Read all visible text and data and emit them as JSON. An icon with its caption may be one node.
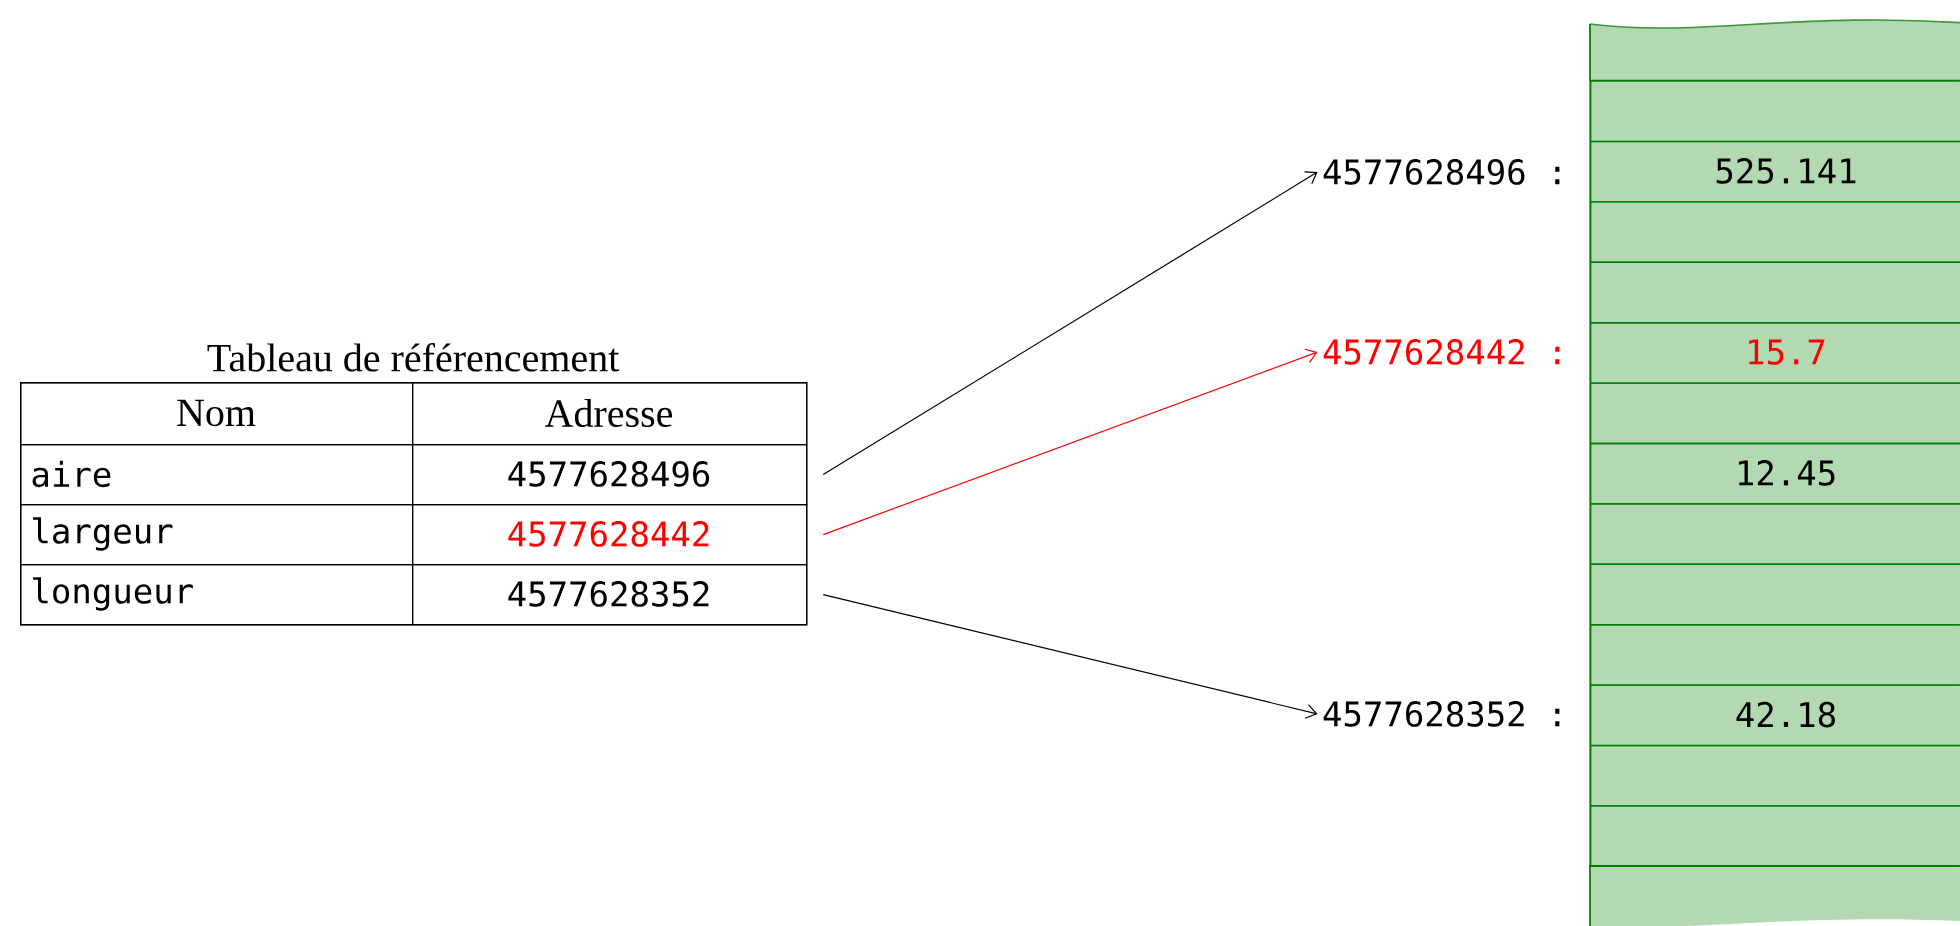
{
  "diagram": {
    "nodes": [
      {
        "text": [
          "Tableau de référencement"
        ]
      },
      {
        "text": [
          "Nom"
        ],
        "in": 0
      },
      {
        "text": [
          "Adresse"
        ],
        "in": 0
      },
      {
        "text": [
          "aire"
        ],
        "in": 0
      },
      {
        "text": [
          "4577628496"
        ],
        "in": 0
      },
      {
        "text": [
          "largeur"
        ],
        "in": 0
      },
      {
        "text": [
          "4577628442"
        ],
        "in": 0
      },
      {
        "text": [
          "longueur"
        ],
        "in": 0
      },
      {
        "text": [
          "4577628352"
        ],
        "in": 0
      },
      {
        "text": [
          "4577628496 :"
        ]
      },
      {
        "text": [
          "4577628442 :"
        ]
      },
      {
        "text": [
          "4577628352 :"
        ]
      },
      {
        "text": [],
        "shape": "bar"
      },
      {
        "text": [],
        "shape": "box",
        "in": 12
      },
      {
        "text": [],
        "shape": "box",
        "in": 12
      },
      {
        "text": [
          "525.141"
        ],
        "in": 12
      },
      {
        "text": [],
        "shape": "box",
        "in": 12
      },
      {
        "text": [],
        "shape": "box",
        "in": 12
      },
      {
        "text": [
          "15.7"
        ],
        "in": 12
      },
      {
        "text": [],
        "shape": "box",
        "in": 12
      },
      {
        "text": [
          "12.45"
        ],
        "in": 12
      },
      {
        "text": [],
        "shape": "box",
        "in": 12
      },
      {
        "text": [],
        "shape": "box",
        "in": 12
      },
      {
        "text": [],
        "shape": "box",
        "in": 12
      },
      {
        "text": [
          "42.18"
        ],
        "in": 12
      },
      {
        "text": [],
        "shape": "box",
        "in": 12
      },
      {
        "text": [],
        "shape": "box",
        "in": 12
      },
      {
        "text": [],
        "shape": "box",
        "in": 12
      }
    ],
    "edges": [
      {
        "from": 4,
        "to": 9,
        "arrow": "to"
      },
      {
        "from": 6,
        "to": 10,
        "arrow": "to",
        "color": "#ff0000"
      },
      {
        "from": 8,
        "to": 11,
        "arrow": "to"
      }
    ]
  }
}
